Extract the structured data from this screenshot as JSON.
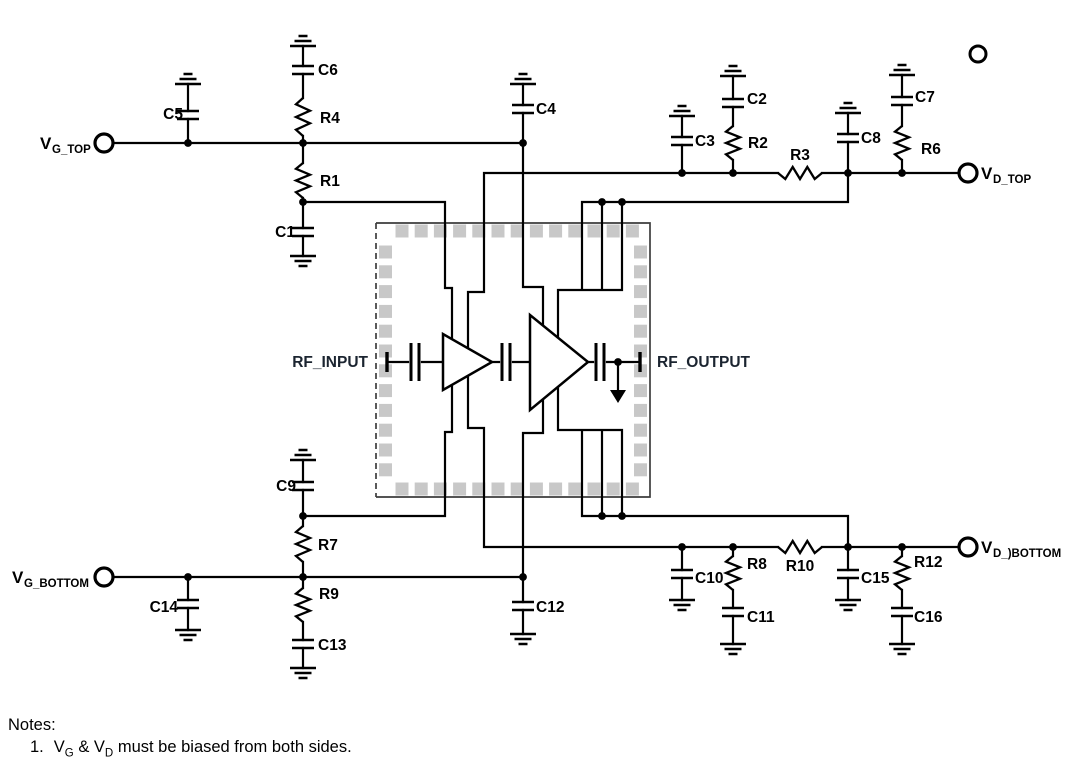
{
  "colors": {
    "wire": "#000000",
    "pad": "#c8c8c8",
    "chip_border": "#3d3d3d",
    "component_label": "#000000",
    "rf_label": "#1b2430"
  },
  "rf_labels": {
    "input": "RF_INPUT",
    "output": "RF_OUTPUT"
  },
  "terminals": {
    "vg_top": {
      "main": "V",
      "sub": "G_TOP"
    },
    "vd_top": {
      "main": "V",
      "sub": "D_TOP"
    },
    "vg_bottom": {
      "main": "V",
      "sub": "G_BOTTOM"
    },
    "vd_bottom": {
      "main": "V",
      "sub": "D_)BOTTOM"
    }
  },
  "component_labels": {
    "c1": "C1",
    "c2": "C2",
    "c3": "C3",
    "c4": "C4",
    "c5": "C5",
    "c6": "C6",
    "c7": "C7",
    "c8": "C8",
    "c9": "C9",
    "c10": "C10",
    "c11": "C11",
    "c12": "C12",
    "c13": "C13",
    "c14": "C14",
    "c15": "C15",
    "c16": "C16",
    "r1": "R1",
    "r2": "R2",
    "r3": "R3",
    "r4": "R4",
    "r6": "R6",
    "r7": "R7",
    "r8": "R8",
    "r9": "R9",
    "r10": "R10",
    "r12": "R12"
  },
  "notes": {
    "heading": "Notes:",
    "number": "1.",
    "part1": "V",
    "sub1": "G",
    "part2": " & V",
    "sub2": "D",
    "part3": " must be biased from both sides."
  }
}
